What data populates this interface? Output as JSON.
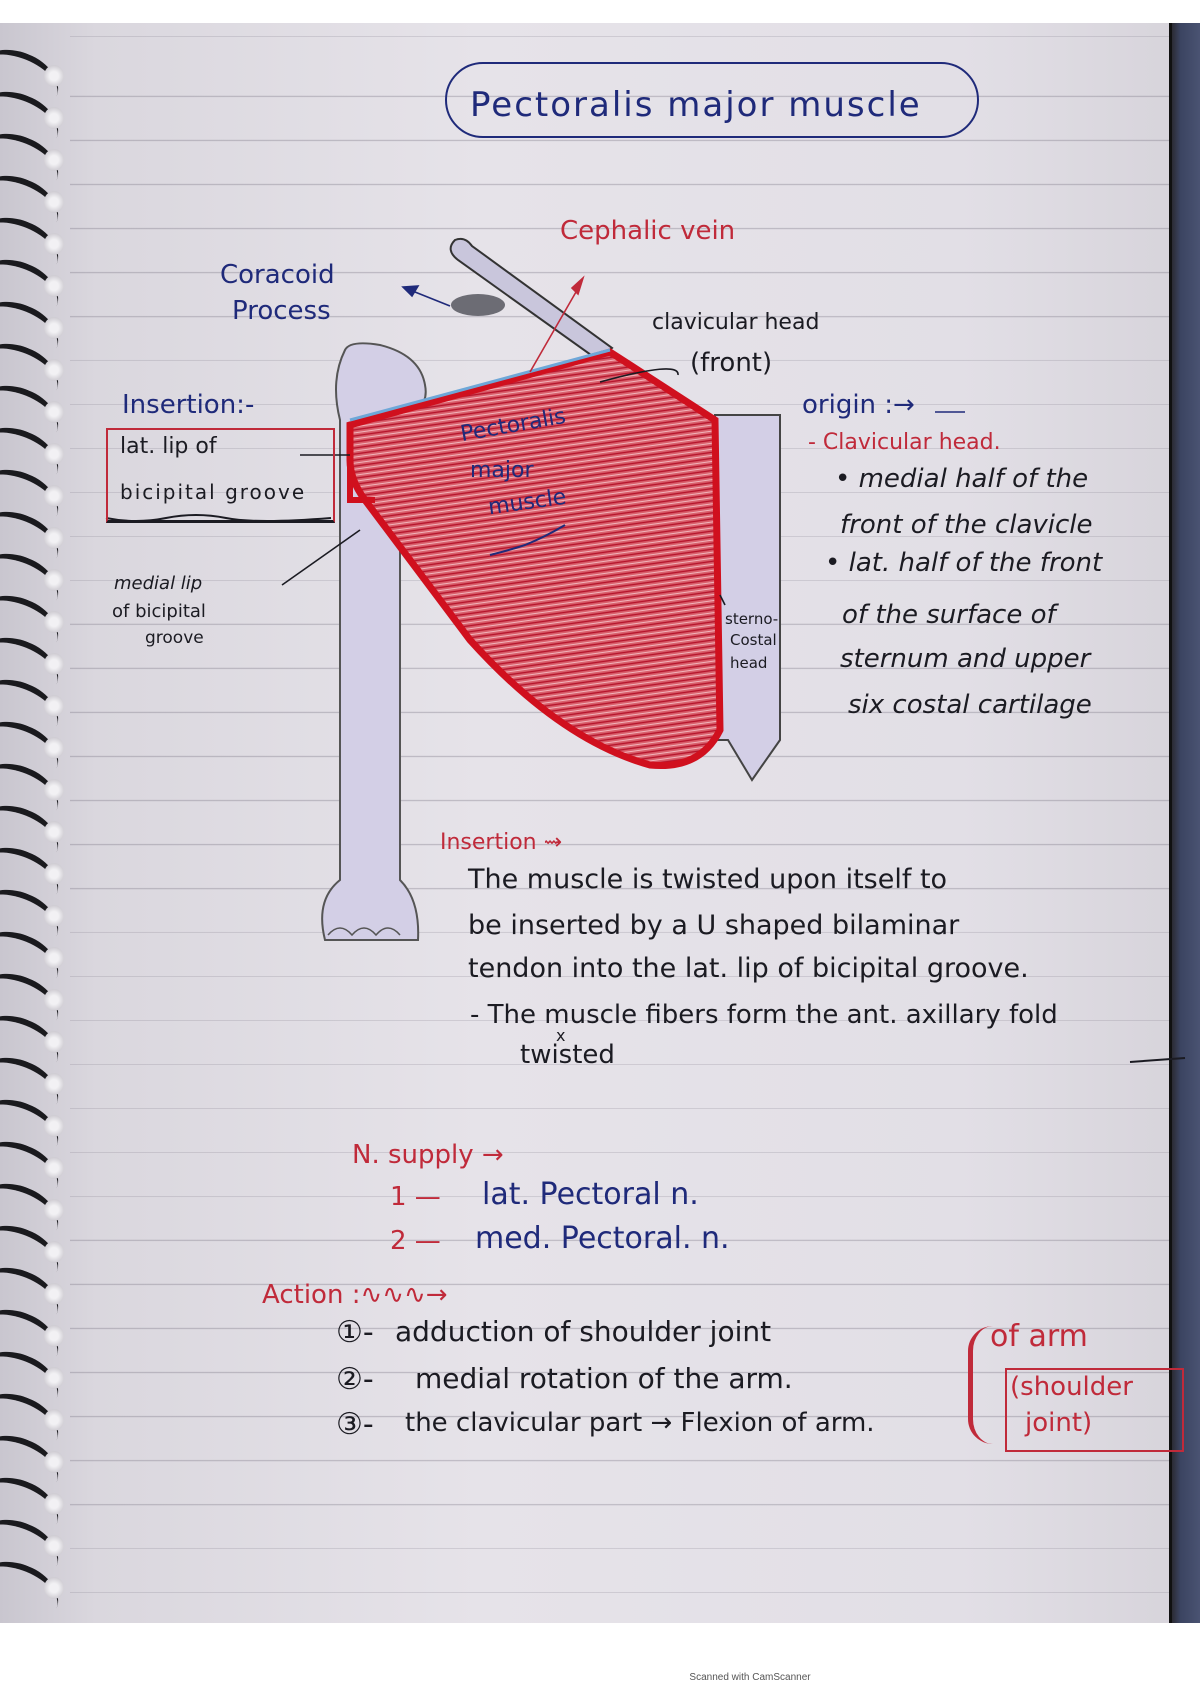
{
  "page": {
    "title": "Pectoralis major muscle",
    "footer": "Scanned with CamScanner"
  },
  "diagram": {
    "labels": {
      "cephalic_vein": "Cephalic vein",
      "coracoid_process_line1": "Coracoid",
      "coracoid_process_line2": "Process",
      "clavicular_head_line1": "clavicular head",
      "clavicular_head_line2": "(front)",
      "muscle_line1": "Pectoralis",
      "muscle_line2": "major",
      "muscle_line3": "muscle",
      "sternocostal_line1": "sterno-",
      "sternocostal_line2": "Costal",
      "sternocostal_line3": "head",
      "insertion_heading": "Insertion:-",
      "insertion_box_line1": "lat. lip of",
      "insertion_box_line2": "bicipital groove",
      "medial_lip_line1": "medial lip",
      "medial_lip_line2": "of bicipital",
      "medial_lip_line3": "groove"
    },
    "colors": {
      "muscle_fill": "#cc3b4a",
      "muscle_outline": "#d0101e",
      "bone_fill": "#d3cfe6",
      "blue_ink": "#1f2a7a",
      "red_ink": "#c02a3a",
      "black_ink": "#1b1b22"
    }
  },
  "origin": {
    "heading": "origin :→",
    "subheading": "- Clavicular head.",
    "lines": [
      "• medial half of the",
      "front of the clavicle",
      "• lat. half of the front",
      "of the surface of",
      "sternum and upper",
      "six costal cartilage"
    ]
  },
  "insertion": {
    "heading": "Insertion ⇝",
    "lines": [
      "The muscle is twisted upon itself  to",
      "be inserted by a U shaped bilaminar",
      "tendon into the lat. lip of bicipital groove.",
      "- The muscle fibers form the ant. axillary fold",
      "twisted"
    ],
    "mark": "x"
  },
  "nerve_supply": {
    "heading": "N. supply →",
    "items": [
      {
        "num": "1 —",
        "text": "lat. Pectoral n."
      },
      {
        "num": "2 —",
        "text": "med. Pectoral. n."
      }
    ]
  },
  "action": {
    "heading": "Action :∿∿∿→",
    "items": [
      {
        "num": "①-",
        "text": "adduction of shoulder joint"
      },
      {
        "num": "②-",
        "text": "medial rotation of the arm."
      },
      {
        "num": "③-",
        "text": "the clavicular part → Flexion of arm."
      }
    ],
    "brace_note": "of arm",
    "box_line1": "(shoulder",
    "box_line2": "joint)"
  }
}
